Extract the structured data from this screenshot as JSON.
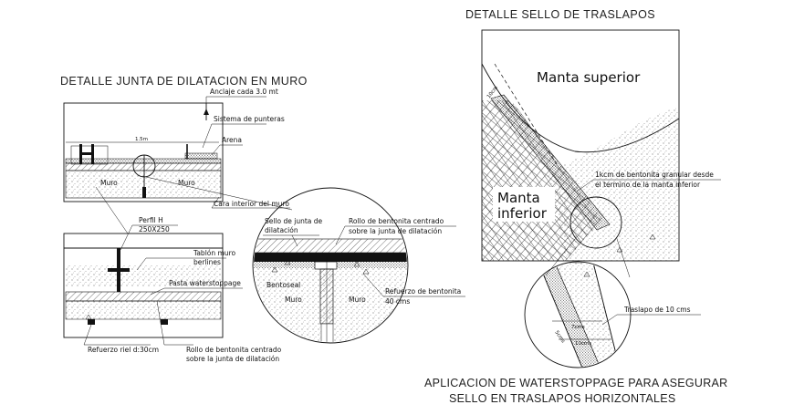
{
  "titles": {
    "junta": "DETALLE JUNTA DE DILATACION EN MURO",
    "sello": "DETALLE SELLO DE TRASLAPOS",
    "aplicacion_1": "APLICACION DE WATERSTOPPAGE PARA ASEGURAR",
    "aplicacion_2": "SELLO EN TRASLAPOS HORIZONTALES"
  },
  "labels": {
    "anclaje": "Anclaje cada 3.0 mt",
    "sistema_punteras": "Sistema de punteras",
    "arena": "Arena",
    "cara_interior": "Cara interior del muro",
    "muro": "Muro",
    "perfil_h": "Perfil H",
    "perfil_h_dim": "250X250",
    "tablon": "Tablón muro",
    "berlines": "berlines",
    "pasta": "Pasta waterstoppage",
    "refuerzo_riel": "Refuerzo riel d:30cm",
    "rollo_bentonita": "Rollo de bentonita centrado",
    "sobre_junta": "sobre la junta de dilatación",
    "sello_junta_1": "Sello de junta de",
    "sello_junta_2": "dilatación",
    "rollo_bentonita_2": "Rollo de bentonita centrado",
    "sobre_junta_2": "sobre la junta de dilatación",
    "bentoseal": "Bentoseal",
    "refuerzo_bentonita": "Refuerzo de bentonita",
    "cms40": "40 cms",
    "dim_15m": "1.5m",
    "manta_superior": "Manta superior",
    "manta_inferior_1": "Manta",
    "manta_inferior_2": "inferior",
    "bentonita_granular_1": "1kcm de bentonita granular desde",
    "bentonita_granular_2": "el termino de la manta inferior",
    "dim_10cm": "10cm",
    "traslapo": "Traslapo de 10 cms",
    "dim_5cm": "5cms",
    "dim_7cm": "7cms",
    "dim_10cms": "10cms"
  }
}
